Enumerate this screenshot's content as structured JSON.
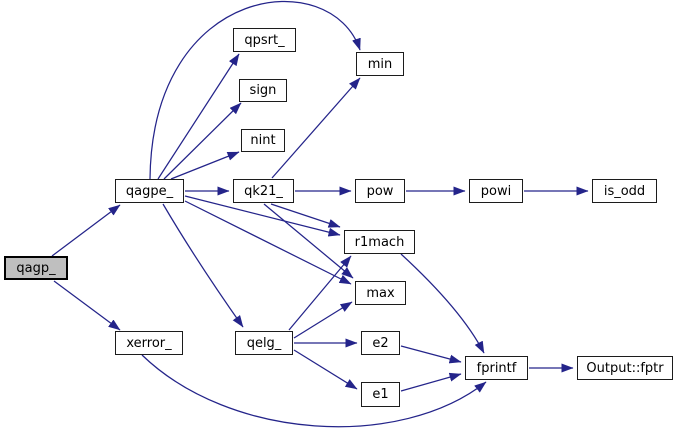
{
  "diagram": {
    "kind": "function-call-graph",
    "highlighted_node": "qagp_",
    "colors": {
      "edge": "#24248a",
      "node_border": "#1c1c1c",
      "node_fill": "#ffffff",
      "highlight_fill": "#bfbfbf",
      "text": "#000000",
      "background": "#ffffff"
    },
    "nodes": [
      {
        "id": "qagp",
        "label": "qagp_",
        "highlighted": true
      },
      {
        "id": "qagpe",
        "label": "qagpe_",
        "highlighted": false
      },
      {
        "id": "xerror",
        "label": "xerror_",
        "highlighted": false
      },
      {
        "id": "qpsrt",
        "label": "qpsrt_",
        "highlighted": false
      },
      {
        "id": "sign",
        "label": "sign",
        "highlighted": false
      },
      {
        "id": "nint",
        "label": "nint",
        "highlighted": false
      },
      {
        "id": "qk21",
        "label": "qk21_",
        "highlighted": false
      },
      {
        "id": "min",
        "label": "min",
        "highlighted": false
      },
      {
        "id": "pow",
        "label": "pow",
        "highlighted": false
      },
      {
        "id": "powi",
        "label": "powi",
        "highlighted": false
      },
      {
        "id": "isodd",
        "label": "is_odd",
        "highlighted": false
      },
      {
        "id": "r1mach",
        "label": "r1mach",
        "highlighted": false
      },
      {
        "id": "max",
        "label": "max",
        "highlighted": false
      },
      {
        "id": "qelg",
        "label": "qelg_",
        "highlighted": false
      },
      {
        "id": "e2",
        "label": "e2",
        "highlighted": false
      },
      {
        "id": "e1",
        "label": "e1",
        "highlighted": false
      },
      {
        "id": "fprintf",
        "label": "fprintf",
        "highlighted": false
      },
      {
        "id": "fptr",
        "label": "Output::fptr",
        "highlighted": false
      }
    ],
    "edges": [
      {
        "from": "qagp_",
        "to": "qagpe_"
      },
      {
        "from": "qagp_",
        "to": "xerror_"
      },
      {
        "from": "qagpe_",
        "to": "qpsrt_"
      },
      {
        "from": "qagpe_",
        "to": "sign"
      },
      {
        "from": "qagpe_",
        "to": "nint"
      },
      {
        "from": "qagpe_",
        "to": "min"
      },
      {
        "from": "qagpe_",
        "to": "qk21_"
      },
      {
        "from": "qagpe_",
        "to": "r1mach"
      },
      {
        "from": "qagpe_",
        "to": "max"
      },
      {
        "from": "qagpe_",
        "to": "qelg_"
      },
      {
        "from": "qk21_",
        "to": "min"
      },
      {
        "from": "qk21_",
        "to": "pow"
      },
      {
        "from": "qk21_",
        "to": "r1mach"
      },
      {
        "from": "qk21_",
        "to": "max"
      },
      {
        "from": "pow",
        "to": "powi"
      },
      {
        "from": "powi",
        "to": "is_odd"
      },
      {
        "from": "qelg_",
        "to": "r1mach"
      },
      {
        "from": "qelg_",
        "to": "max"
      },
      {
        "from": "qelg_",
        "to": "e2"
      },
      {
        "from": "qelg_",
        "to": "e1"
      },
      {
        "from": "r1mach",
        "to": "fprintf"
      },
      {
        "from": "e2",
        "to": "fprintf"
      },
      {
        "from": "e1",
        "to": "fprintf"
      },
      {
        "from": "xerror_",
        "to": "fprintf"
      },
      {
        "from": "fprintf",
        "to": "Output::fptr"
      }
    ]
  }
}
